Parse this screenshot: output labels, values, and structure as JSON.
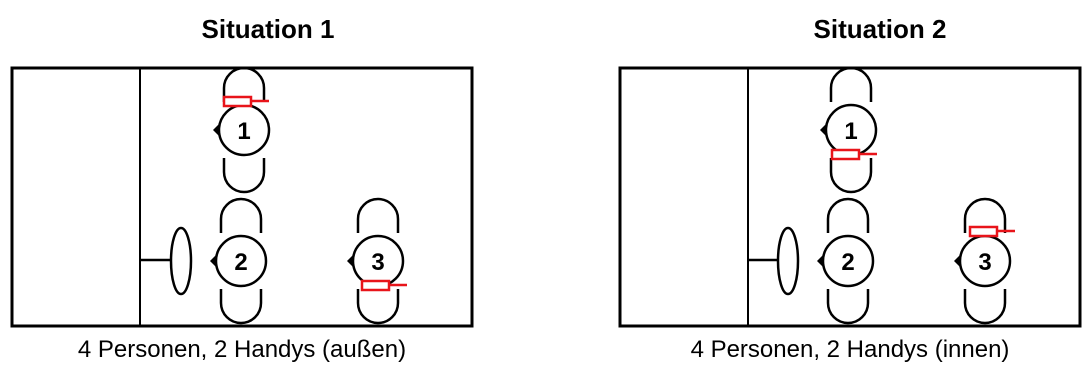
{
  "situation1": {
    "title": "Situation 1",
    "caption": "4 Personen, 2 Handys (außen)"
  },
  "situation2": {
    "title": "Situation 2",
    "caption": "4 Personen, 2 Handys (innen)"
  },
  "persons": {
    "p1": "1",
    "p2": "2",
    "p3": "3"
  },
  "colors": {
    "line": "#000000",
    "phone": "#e8141a",
    "background": "#ffffff"
  }
}
